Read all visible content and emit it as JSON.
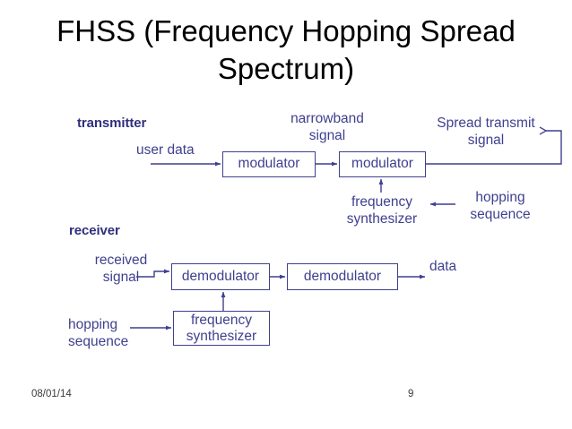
{
  "slide": {
    "title": "FHSS (Frequency Hopping\nSpread Spectrum)",
    "footer_date": "08/01/14",
    "footer_page": "9"
  },
  "colors": {
    "title_text": "#000000",
    "diagram_text": "#3f3f8f",
    "section_heading": "#2f2f7c",
    "box_border": "#3f3f8f",
    "background": "#ffffff",
    "footer_text": "#3a3a3a"
  },
  "transmitter": {
    "heading": "transmitter",
    "input_label": "user data",
    "modulator_1": "modulator",
    "intermediate_label": "narrowband\nsignal",
    "modulator_2": "modulator",
    "output_label": "Spread transmit\nsignal",
    "synthesizer_label": "frequency\nsynthesizer",
    "hopping_label": "hopping\nsequence"
  },
  "receiver": {
    "heading": "receiver",
    "input_label": "received\nsignal",
    "demodulator_1": "demodulator",
    "demodulator_2": "demodulator",
    "output_label": "data",
    "synthesizer_box": "frequency\nsynthesizer",
    "hopping_label": "hopping\nsequence"
  }
}
